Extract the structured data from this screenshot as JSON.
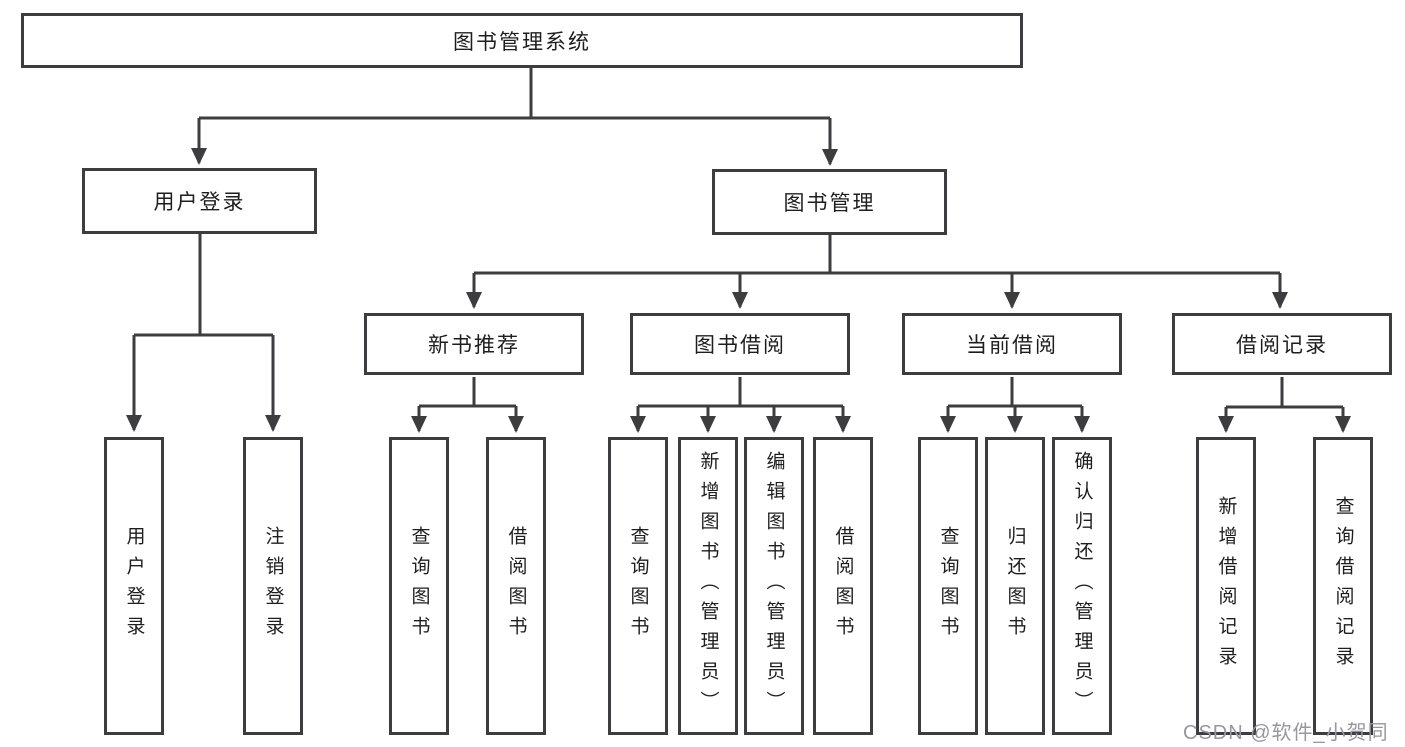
{
  "tree": {
    "root": {
      "label": "图书管理系统"
    },
    "branches": [
      {
        "label": "用户登录",
        "children": [
          {
            "label": "用户登录"
          },
          {
            "label": "注销登录"
          }
        ]
      },
      {
        "label": "图书管理",
        "children": [
          {
            "label": "新书推荐",
            "children": [
              {
                "label": "查询图书"
              },
              {
                "label": "借阅图书"
              }
            ]
          },
          {
            "label": "图书借阅",
            "children": [
              {
                "label": "查询图书"
              },
              {
                "label": "新增图书（管理员）"
              },
              {
                "label": "编辑图书（管理员）"
              },
              {
                "label": "借阅图书"
              }
            ]
          },
          {
            "label": "当前借阅",
            "children": [
              {
                "label": "查询图书"
              },
              {
                "label": "归还图书"
              },
              {
                "label": "确认归还（管理员）"
              }
            ]
          },
          {
            "label": "借阅记录",
            "children": [
              {
                "label": "新增借阅记录"
              },
              {
                "label": "查询借阅记录"
              }
            ]
          }
        ]
      }
    ]
  },
  "watermark": {
    "text": "CSDN @软件_小贺同学"
  },
  "colors": {
    "line": "#3d3d40",
    "text": "#1e1e1e",
    "background": "#ffffff",
    "watermark": "#97979d"
  }
}
